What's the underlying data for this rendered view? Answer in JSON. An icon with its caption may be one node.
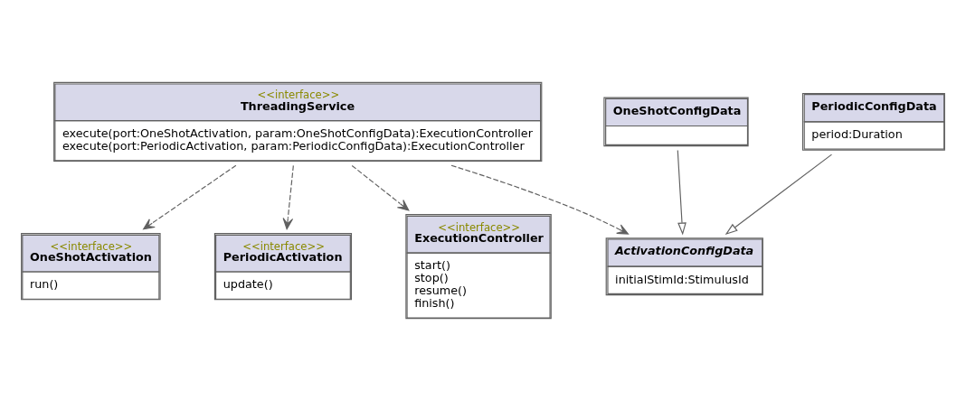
{
  "diagram": {
    "nodes": [
      {
        "text": [
          "<<interface>>",
          "ThreadingService",
          "execute(port:OneShotActivation, param:OneShotConfigData):ExecutionController",
          "execute(port:PeriodicActivation, param:PeriodicConfigData):ExecutionController"
        ]
      },
      {
        "text": [
          "<<interface>>",
          "OneShotActivation",
          "run()"
        ]
      },
      {
        "text": [
          "<<interface>>",
          "PeriodicActivation",
          "update()"
        ]
      },
      {
        "text": [
          "<<interface>>",
          "ExecutionController",
          "start()",
          "stop()",
          "resume()",
          "finish()"
        ]
      },
      {
        "text": [
          "ActivationConfigData",
          "initialStimId:StimulusId"
        ]
      },
      {
        "text": [
          "OneShotConfigData"
        ]
      },
      {
        "text": [
          "PeriodicConfigData",
          "period:Duration"
        ]
      }
    ],
    "edges": [
      {
        "from": 0,
        "to": 1,
        "arrow": "to",
        "style": "dashed"
      },
      {
        "from": 0,
        "to": 2,
        "arrow": "to",
        "style": "dashed"
      },
      {
        "from": 0,
        "to": 3,
        "arrow": "to",
        "style": "dashed"
      },
      {
        "from": 0,
        "to": 4,
        "arrow": "to",
        "style": "dashed"
      },
      {
        "from": 5,
        "to": 4,
        "arrow": "to"
      },
      {
        "from": 6,
        "to": 4,
        "arrow": "to"
      }
    ]
  }
}
